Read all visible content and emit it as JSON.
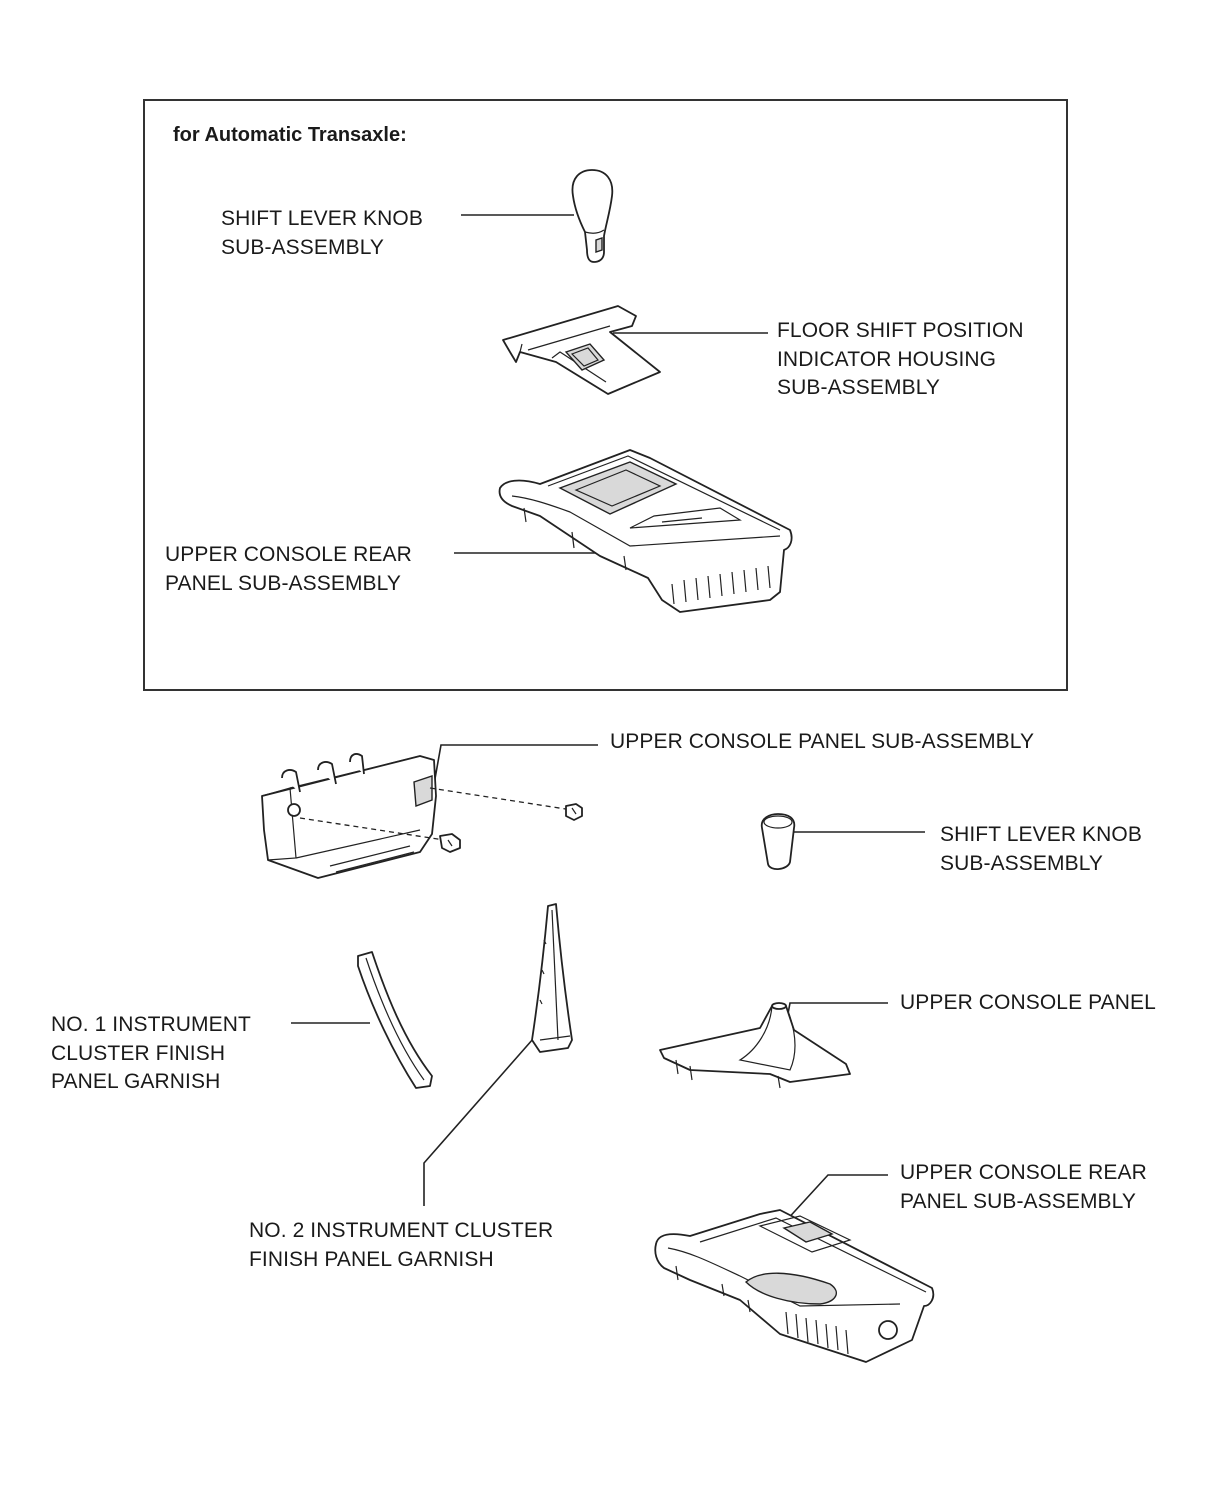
{
  "diagram": {
    "heading": "for Automatic Transaxle:",
    "labels": {
      "at_shift_knob": "SHIFT LEVER KNOB\nSUB-ASSEMBLY",
      "at_indicator_housing": "FLOOR SHIFT POSITION\nINDICATOR HOUSING\nSUB-ASSEMBLY",
      "at_rear_panel": "UPPER CONSOLE REAR\nPANEL SUB-ASSEMBLY",
      "console_panel_sub": "UPPER CONSOLE PANEL SUB-ASSEMBLY",
      "mt_shift_knob": "SHIFT LEVER KNOB\nSUB-ASSEMBLY",
      "garnish_no1": "NO. 1 INSTRUMENT\nCLUSTER FINISH\nPANEL GARNISH",
      "console_panel": "UPPER CONSOLE PANEL",
      "garnish_no2": "NO. 2 INSTRUMENT CLUSTER\nFINISH PANEL GARNISH",
      "mt_rear_panel": "UPPER CONSOLE REAR\nPANEL SUB-ASSEMBLY"
    }
  }
}
